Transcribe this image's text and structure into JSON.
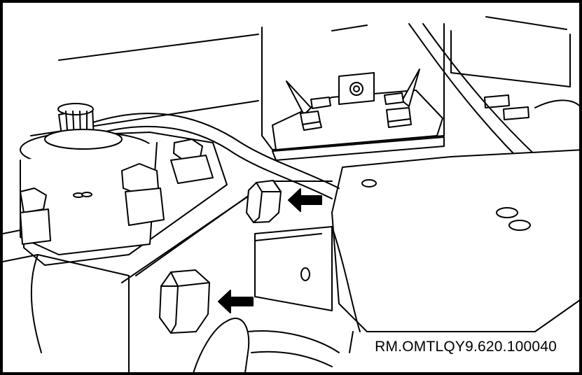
{
  "figure": {
    "reference_code": "RM.OMTLQY9.620.100040",
    "colors": {
      "line": "#000000",
      "fill": "#ffffff",
      "arrow": "#000000"
    },
    "callouts": [
      {
        "icon": "arrow-left-icon",
        "target": "upper-bolt"
      },
      {
        "icon": "arrow-left-icon",
        "target": "lower-bolt"
      }
    ]
  }
}
